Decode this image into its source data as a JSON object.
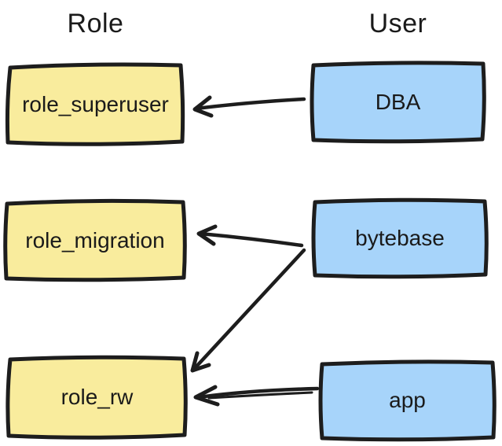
{
  "diagram": {
    "title_columns": {
      "role_header": "Role",
      "user_header": "User"
    },
    "roles": [
      {
        "label": "role_superuser"
      },
      {
        "label": "role_migration"
      },
      {
        "label": "role_rw"
      }
    ],
    "users": [
      {
        "label": "DBA"
      },
      {
        "label": "bytebase"
      },
      {
        "label": "app"
      }
    ],
    "edges": [
      {
        "from": "DBA",
        "to": "role_superuser"
      },
      {
        "from": "bytebase",
        "to": "role_migration"
      },
      {
        "from": "bytebase",
        "to": "role_rw"
      },
      {
        "from": "app",
        "to": "role_rw"
      }
    ],
    "colors": {
      "role_fill": "#F9EC9D",
      "user_fill": "#A7D4FA",
      "stroke": "#1d1d1d",
      "text": "#1a1a1a",
      "background": "#ffffff"
    }
  }
}
